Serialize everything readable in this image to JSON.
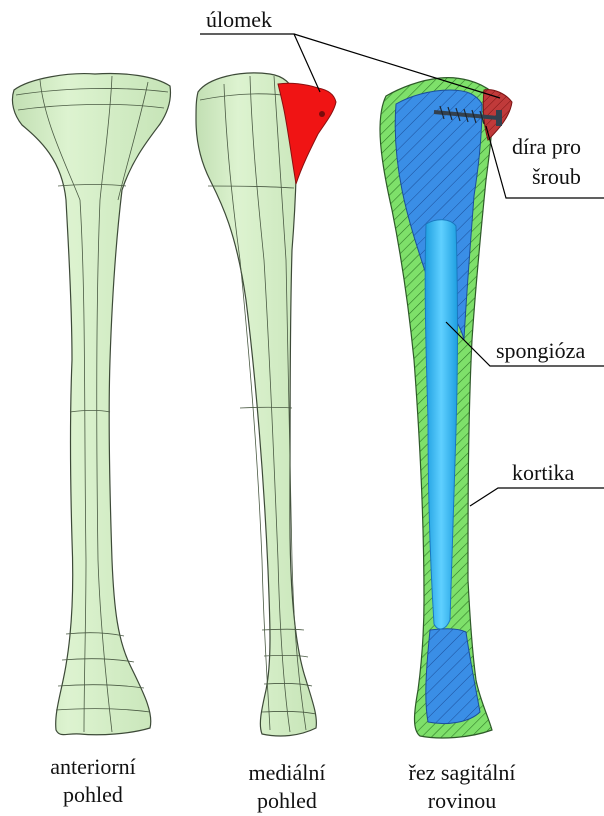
{
  "colors": {
    "bone_fill": "#d6efc9",
    "bone_stroke": "#3d4a38",
    "fragment": "#f01414",
    "fragment_section": "#c03a3a",
    "cortical": "#7ee06a",
    "cancellous": "#3a8ee6",
    "canal": "#2bb8f5",
    "leader": "#000000"
  },
  "icons": {
    "screw": "screw-icon"
  },
  "labels": {
    "fragment": "úlomek",
    "screw_hole_line1": "díra pro",
    "screw_hole_line2": "šroub",
    "cancellous": "spongióza",
    "cortical": "kortika"
  },
  "captions": {
    "anterior_line1": "anteriorní",
    "anterior_line2": "pohled",
    "medial_line1": "mediální",
    "medial_line2": "pohled",
    "section_line1": "řez sagitální",
    "section_line2": "rovinou"
  }
}
